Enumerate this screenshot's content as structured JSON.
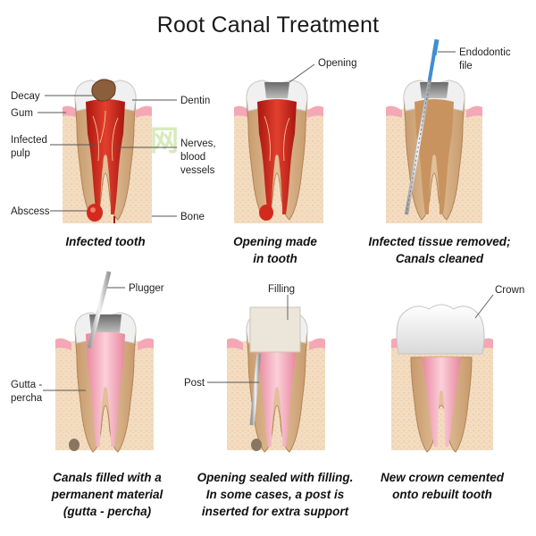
{
  "title": "Root Canal Treatment",
  "watermark": "牙康网",
  "colors": {
    "bone": "#f4dcc0",
    "gum": "#f4a7b5",
    "enamel": "#f0f0f0",
    "dentin": "#d9b48a",
    "infected_pulp": "#d42a1e",
    "healthy_root_fill": "#f5b3c4",
    "filling": "#ece6da",
    "crown": "#f2f2f2",
    "tool_blue": "#3f8fcf",
    "decay": "#8b5e3c"
  },
  "panels": [
    {
      "caption": [
        "Infected tooth"
      ],
      "labels": {
        "decay": "Decay",
        "gum": "Gum",
        "infected_pulp": [
          "Infected",
          "pulp"
        ],
        "abscess": "Abscess",
        "dentin": "Dentin",
        "nerves": [
          "Nerves,",
          "blood",
          "vessels"
        ],
        "bone": "Bone"
      }
    },
    {
      "caption": [
        "Opening made",
        "in tooth"
      ],
      "labels": {
        "opening": "Opening"
      }
    },
    {
      "caption": [
        "Infected tissue removed;",
        "Canals cleaned"
      ],
      "labels": {
        "file": [
          "Endodontic",
          "file"
        ]
      }
    },
    {
      "caption": [
        "Canals filled with a",
        "permanent material",
        "(gutta - percha)"
      ],
      "labels": {
        "plugger": "Plugger",
        "gutta": [
          "Gutta -",
          "percha"
        ]
      }
    },
    {
      "caption": [
        "Opening sealed with filling.",
        "In some cases, a post is",
        "inserted for extra support"
      ],
      "labels": {
        "filling": "Filling",
        "post": "Post"
      }
    },
    {
      "caption": [
        "New crown cemented",
        "onto rebuilt tooth"
      ],
      "labels": {
        "crown": "Crown"
      }
    }
  ]
}
